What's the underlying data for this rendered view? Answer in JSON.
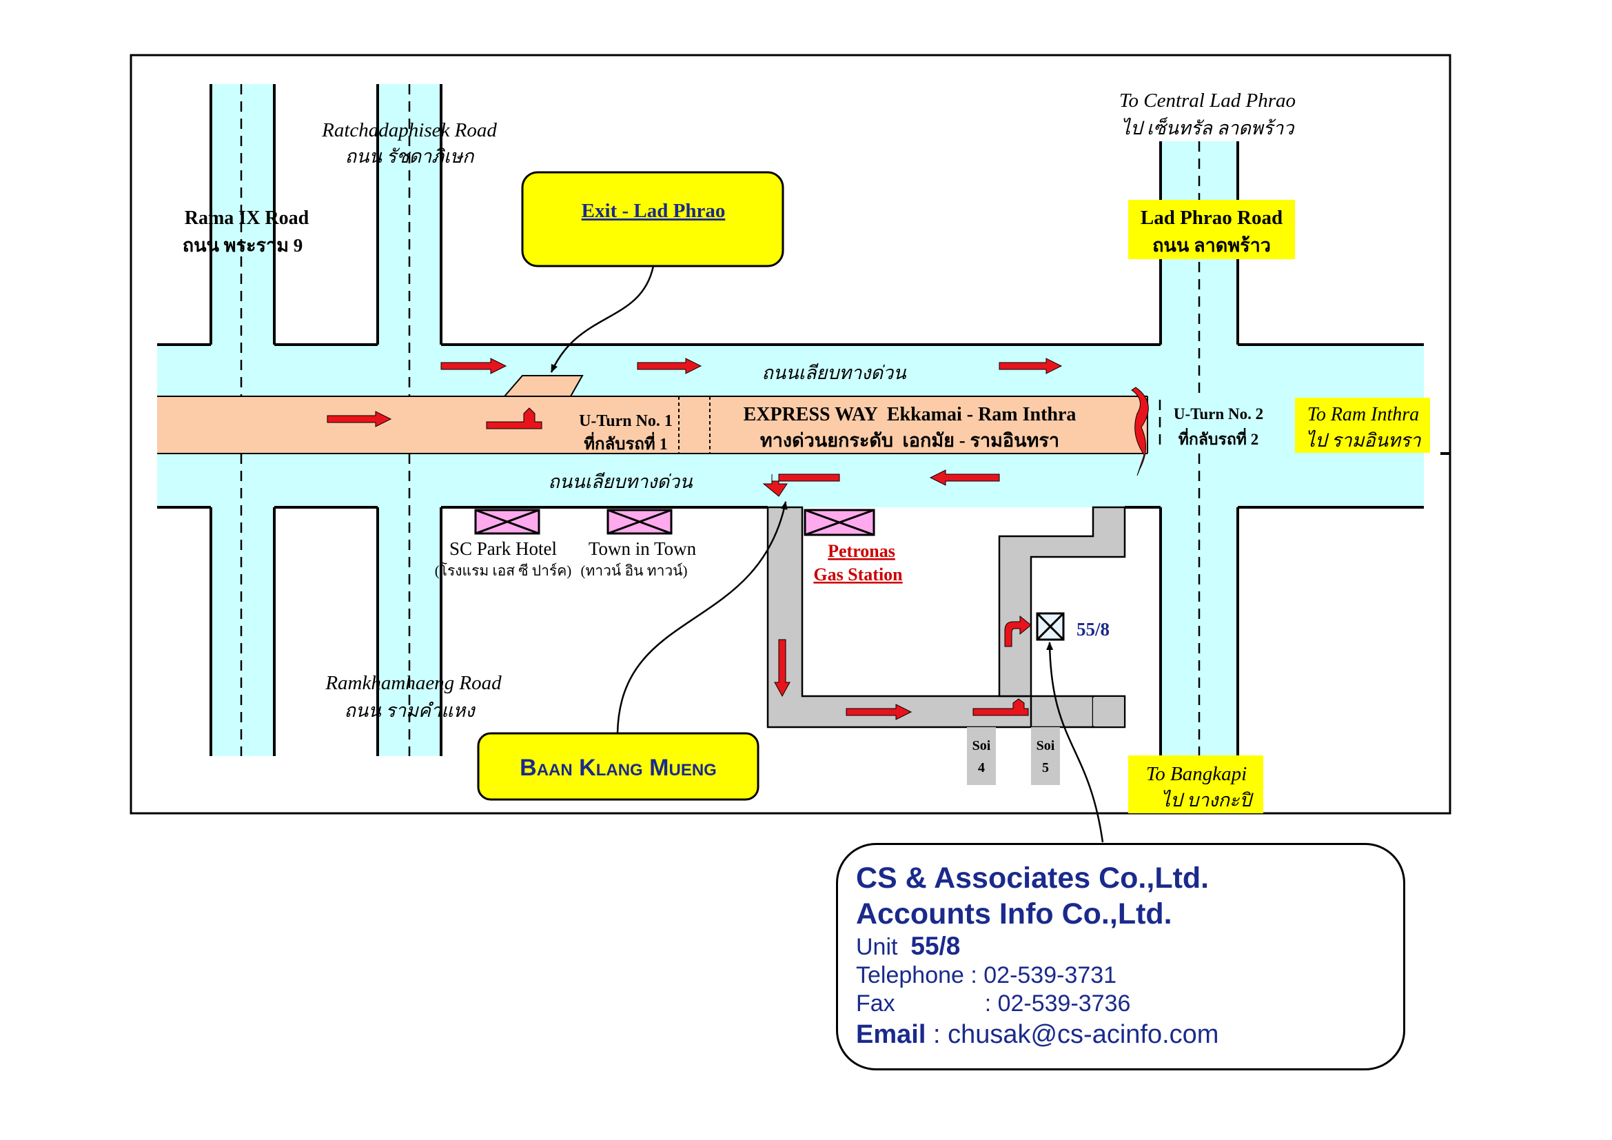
{
  "roads": {
    "rama9": {
      "en": "Rama IX Road",
      "th": "ถนน พระราม 9"
    },
    "ratchadaphisek": {
      "en": "Ratchadaphisek Road",
      "th": "ถนน รัชดาภิเษก"
    },
    "ramkhamhaeng": {
      "en": "Ramkhamhaeng Road",
      "th": "ถนน รามคำแหง"
    },
    "ladphrao": {
      "en": "Lad Phrao Road",
      "th": "ถนน ลาดพร้าว"
    },
    "service_road_top": "ถนนเลียบทางด่วน",
    "service_road_bottom": "ถนนเลียบทางด่วน",
    "soi4": {
      "label": "Soi",
      "num": "4"
    },
    "soi5": {
      "label": "Soi",
      "num": "5"
    }
  },
  "expressway": {
    "en": "EXPRESS WAY  Ekkamai - Ram Inthra",
    "th": "ทางด่วนยกระดับ  เอกมัย - รามอินทรา"
  },
  "uturn1": {
    "en": "U-Turn No. 1",
    "th": "ที่กลับรถที่ 1"
  },
  "uturn2": {
    "en": "U-Turn No. 2",
    "th": "ที่กลับรถที่ 2"
  },
  "directions": {
    "central": {
      "en": "To Central Lad Phrao",
      "th": "ไป เซ็นทรัล ลาดพร้าว"
    },
    "ramintra": {
      "en": "To Ram Inthra",
      "th": "ไป รามอินทรา"
    },
    "bangkapi": {
      "en": "To Bangkapi",
      "th": "ไป บางกะปิ"
    }
  },
  "callouts": {
    "exit": "Exit - Lad Phrao",
    "baan": "Baan Klang Mueng"
  },
  "landmarks": {
    "sc_park": {
      "en": "SC Park Hotel",
      "th": "(โรงแรม เอส ซี ปาร์ค)"
    },
    "town": {
      "en": "Town in Town",
      "th": "(ทาวน์ อิน ทาวน์)"
    },
    "petronas": {
      "line1": "Petronas",
      "line2": "Gas Station"
    }
  },
  "unit_marker": "55/8",
  "company": {
    "name1": "CS & Associates Co.,Ltd.",
    "name2": "Accounts Info Co.,Ltd.",
    "unit_label": "Unit",
    "unit_value": "55/8",
    "telephone": "Telephone : 02-539-3731",
    "fax_label": "Fax",
    "fax_value": ": 02-539-3736",
    "email_label": "Email",
    "email_value": " : chusak@cs-acinfo.com"
  },
  "colors": {
    "road": "#ccffff",
    "expressway": "#fccca8",
    "soi": "#c8c8c8",
    "highlight": "#ffff00",
    "arrow": "#e8141c",
    "landmark": "#ffaaee",
    "text_blue": "#1a2a8c",
    "link_red": "#cc0000"
  }
}
